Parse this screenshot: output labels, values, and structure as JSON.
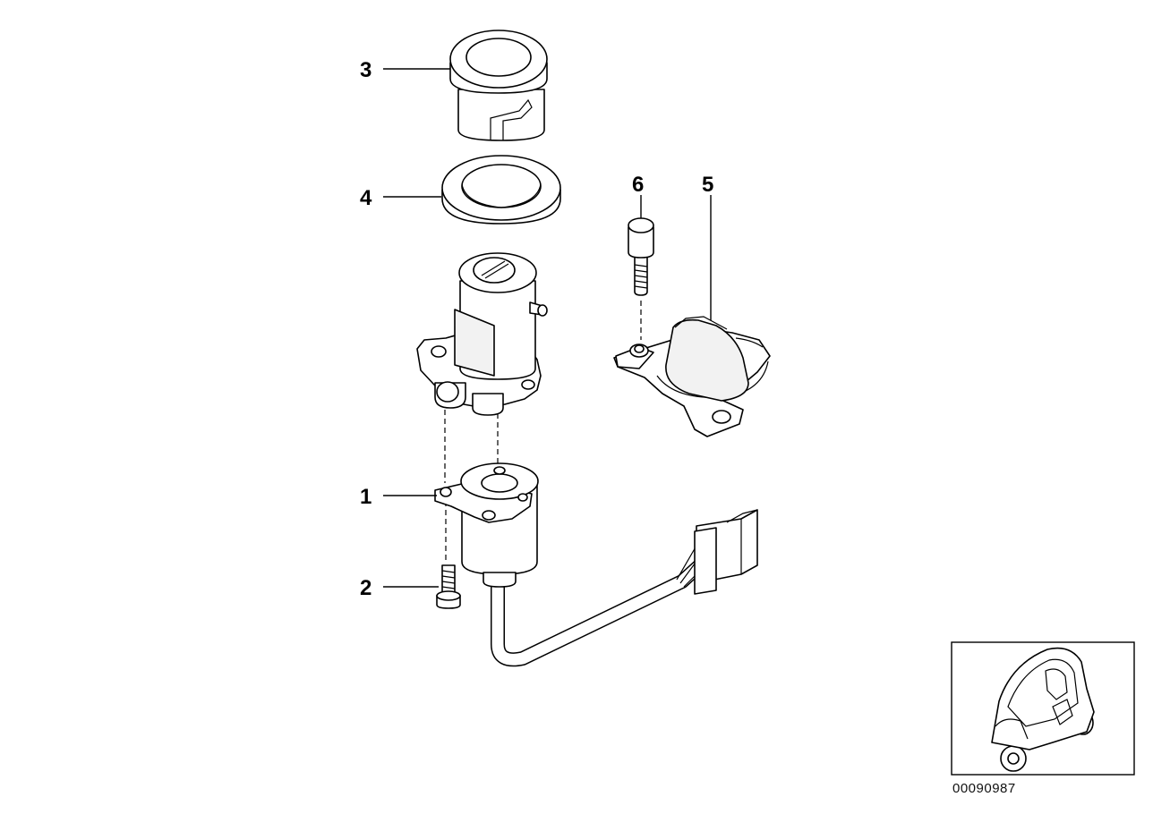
{
  "callouts": {
    "c1": "1",
    "c2": "2",
    "c3": "3",
    "c4": "4",
    "c5": "5",
    "c6": "6"
  },
  "document_number": "00090987",
  "colors": {
    "line": "#000000",
    "background": "#ffffff"
  }
}
